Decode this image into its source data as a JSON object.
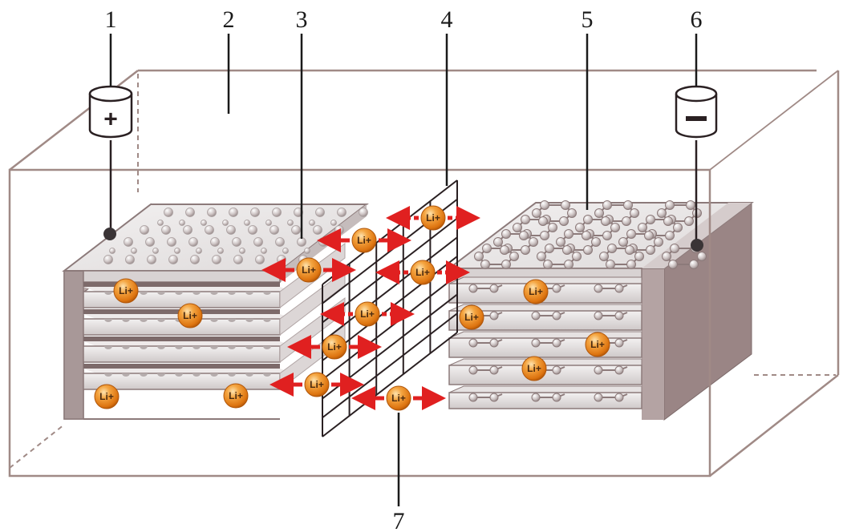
{
  "diagram": {
    "title": "Lithium-ion battery structure",
    "labels": [
      {
        "id": "1",
        "text": "1",
        "refers_to": "positive terminal"
      },
      {
        "id": "2",
        "text": "2",
        "refers_to": "battery casing / electrolyte"
      },
      {
        "id": "3",
        "text": "3",
        "refers_to": "cathode (positive electrode, layered)"
      },
      {
        "id": "4",
        "text": "4",
        "refers_to": "separator"
      },
      {
        "id": "5",
        "text": "5",
        "refers_to": "anode (graphite, hexagonal lattice)"
      },
      {
        "id": "6",
        "text": "6",
        "refers_to": "negative terminal"
      },
      {
        "id": "7",
        "text": "7",
        "refers_to": "lithium ion"
      }
    ],
    "terminals": {
      "positive_symbol": "+",
      "negative_symbol": "−"
    },
    "ion_label": "Li+",
    "cathode_layers": 5,
    "anode_layers": 5,
    "colors": {
      "box_edge": "#a08a86",
      "terminal_line": "#2a2022",
      "plate_top": "#e8e6e6",
      "plate_shade": "#bfb6b6",
      "plate_side": "#9c8a8a",
      "ion_fill": "#e8841c",
      "ion_highlight": "#fbd08a",
      "arrow": "#e02020",
      "separator": "#2a2022"
    }
  }
}
